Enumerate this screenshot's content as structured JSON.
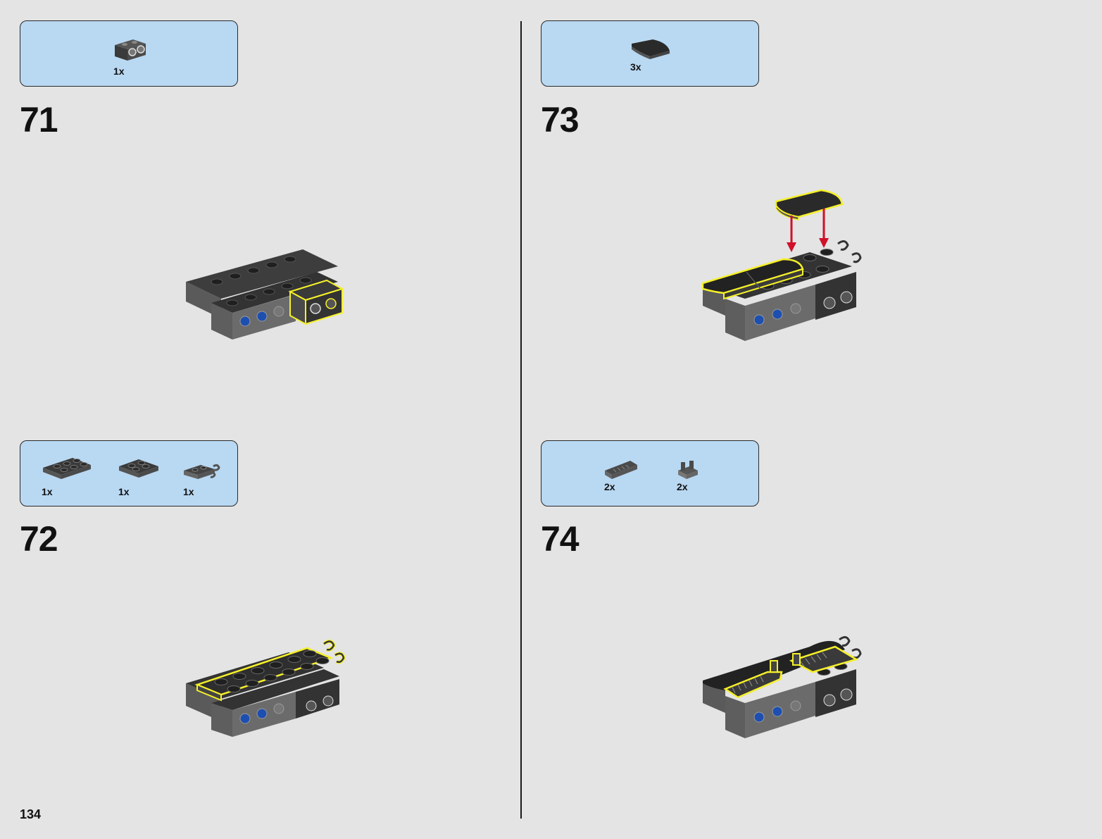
{
  "page_number": "134",
  "steps": [
    {
      "number": "71",
      "parts": [
        {
          "qty": "1x",
          "icon": "technic-brick-1x2-two-holes-icon"
        }
      ]
    },
    {
      "number": "72",
      "parts": [
        {
          "qty": "1x",
          "icon": "plate-2x3-icon"
        },
        {
          "qty": "1x",
          "icon": "plate-2x2-icon"
        },
        {
          "qty": "1x",
          "icon": "plate-with-clips-icon"
        }
      ]
    },
    {
      "number": "73",
      "parts": [
        {
          "qty": "3x",
          "icon": "curved-slope-tile-icon"
        }
      ]
    },
    {
      "number": "74",
      "parts": [
        {
          "qty": "2x",
          "icon": "grille-slope-icon"
        },
        {
          "qty": "2x",
          "icon": "clip-plate-icon"
        }
      ]
    }
  ],
  "colors": {
    "page_bg": "#e4e4e4",
    "parts_box_bg": "#b9d8f2",
    "highlight": "#f5f02a",
    "arrow": "#d0102a",
    "brick_dark": "#2b2b2b",
    "brick_gray": "#6b6b6b",
    "pin_blue": "#1d4fb0"
  }
}
